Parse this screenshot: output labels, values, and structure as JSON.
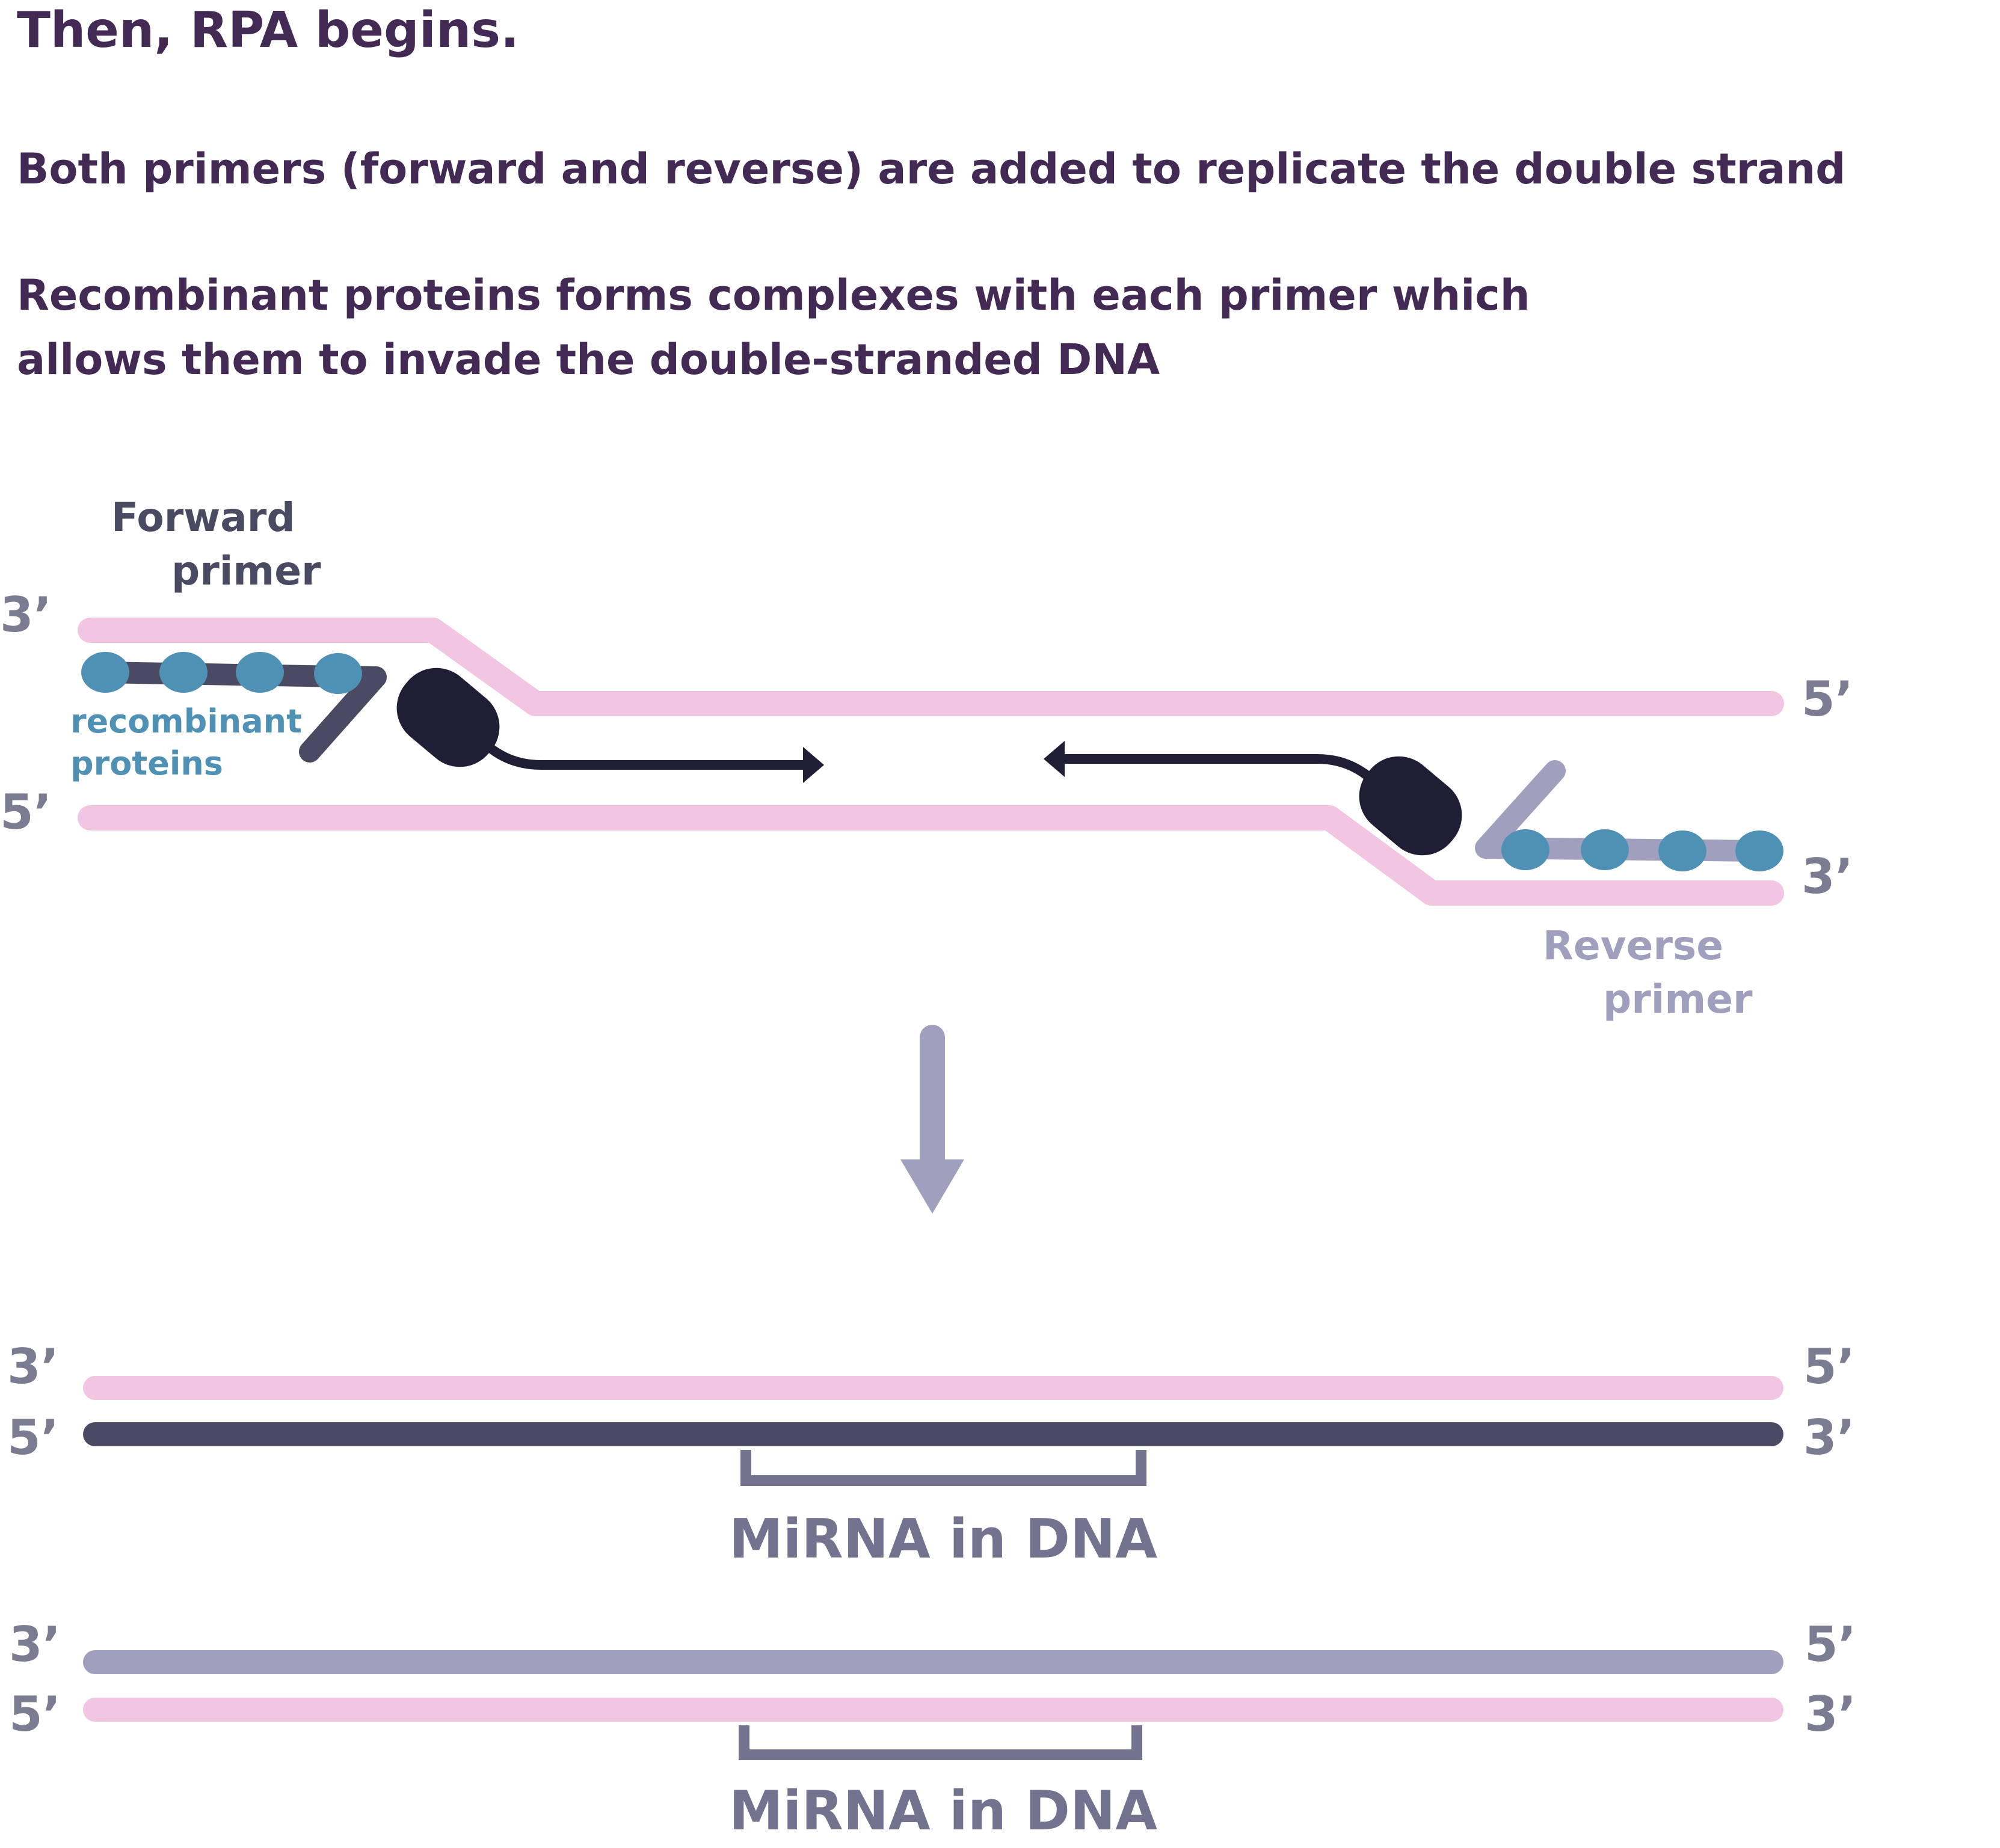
{
  "heading": "Then, RPA begins.",
  "paragraph_1": "Both primers (forward and reverse) are added to replicate the double strand",
  "paragraph_2_line_1": "Recombinant proteins forms complexes with each primer which",
  "paragraph_2_line_2": "allows them to invade the double-stranded DNA",
  "top_panel": {
    "forward_primer_line_1": "Forward",
    "forward_primer_line_2": "primer",
    "recombinant_line_1": "recombinant",
    "recombinant_line_2": "proteins",
    "reverse_primer_line_1": "Reverse",
    "reverse_primer_line_2": "primer",
    "left_top_end": "3’",
    "left_bottom_end": "5’",
    "right_top_end": "5’",
    "right_bottom_end": "3’"
  },
  "result_1": {
    "left_top_end": "3’",
    "left_bottom_end": "5’",
    "right_top_end": "5’",
    "right_bottom_end": "3’",
    "region_label": "MiRNA in DNA"
  },
  "result_2": {
    "left_top_end": "3’",
    "left_bottom_end": "5’",
    "right_top_end": "5’",
    "right_bottom_end": "3’",
    "region_label": "MiRNA in DNA"
  },
  "colors": {
    "title_text": "#432a55",
    "template_strand": "#f2c6e3",
    "forward_primer": "#4a4a62",
    "reverse_primer": "#a09fbd",
    "recombinant_protein": "#4e91b5",
    "polymerase": "#201e34",
    "flow_arrow": "#a09fbd",
    "bracket": "#74738f"
  },
  "icons": {
    "polymerase": "polymerase-blob-icon",
    "flow": "down-arrow-icon"
  }
}
